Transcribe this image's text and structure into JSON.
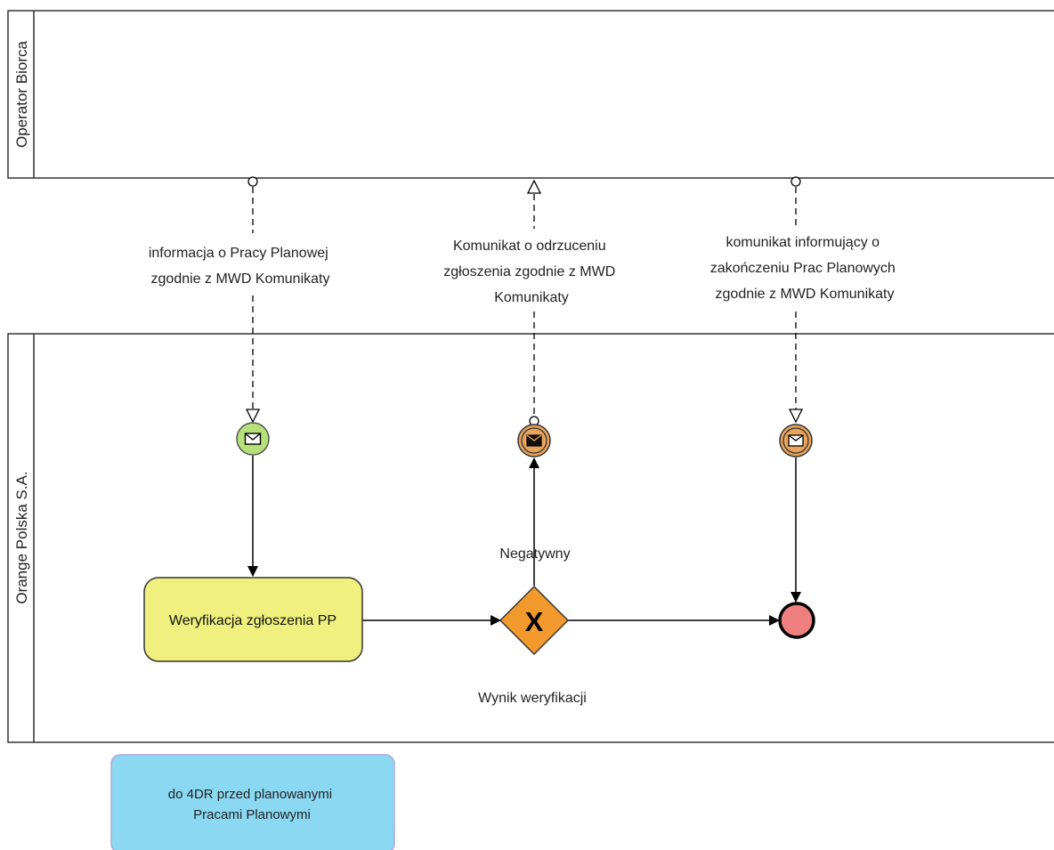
{
  "pools": {
    "operator": {
      "label": "Operator Biorca"
    },
    "orange": {
      "label": "Orange Polska S.A."
    }
  },
  "message_flows": {
    "flow1": [
      "informacja o Pracy Planowej",
      "zgodnie z MWD Komunikaty"
    ],
    "flow2": [
      "Komunikat o odrzuceniu",
      "zgłoszenia zgodnie z MWD",
      "Komunikaty"
    ],
    "flow3": [
      "komunikat informujący o",
      "zakończeniu Prac Planowych",
      "zgodnie z MWD Komunikaty"
    ]
  },
  "task": {
    "label": "Weryfikacja zgłoszenia PP"
  },
  "gateway": {
    "symbol": "X",
    "label": "Wynik weryfikacji"
  },
  "sequence_labels": {
    "negative": "Negatywny"
  },
  "note": [
    "do 4DR przed planowanymi",
    "Pracami Planowymi"
  ],
  "colors": {
    "start_event": "#b5e07a",
    "message_event": "#e9a35a",
    "task_fill": "#f0f07e",
    "gateway_fill": "#f39a2e",
    "end_event": "#f08080",
    "note_fill": "#8ad8f2"
  }
}
